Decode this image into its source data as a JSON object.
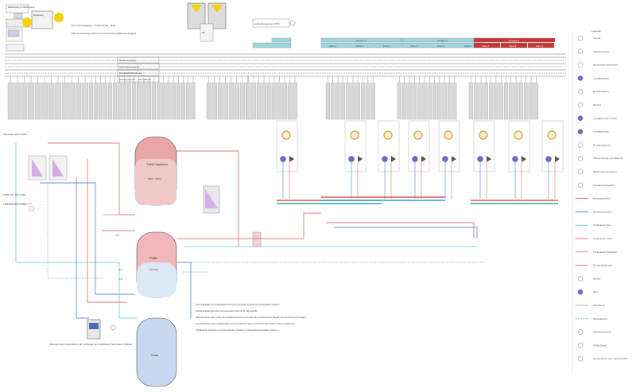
{
  "header": {
    "room_unit_label": "Bedienung im Wohnraum",
    "control_box_label": "Regelung",
    "outdoor_sensor_label": "Außentemperatur (ATF)",
    "solar_text": "SK",
    "fault_output_label": "Störmeldeausgang",
    "supply_24v_label": "24 VDC/PWM Signal",
    "supply_230v_label": "Versorgung AC ~ 230 V/50 Hz",
    "relay_label": "Relais Ausgang"
  },
  "notes": {
    "top_left": "FH: freie Ausgänge / Sondermodul · aktiv",
    "top_left_2": "EW: Anforderung externe Ferneinspeisung (Wärmeerzeuger)"
  },
  "tanks": {
    "dhw": {
      "title": "TWW-Speicher",
      "sub": "WFC · WFS"
    },
    "buffer": {
      "title": "Puffer",
      "sub": "Heizung"
    },
    "lower": {
      "title": "Solar",
      "sub": ""
    }
  },
  "labels": {
    "tww_pwm": "TWW Neu TFC PWM",
    "tw2": "TW2 Neu WFC PWM",
    "lead_hint": "Zirkulation WFC PWM",
    "boiler_note": "Wärmepumpe muss aktiv in die Schleppe bei zusätzlicher Temperatur Schleife",
    "fc_top": "FC",
    "fc_mid": "FC",
    "fc_low": "FC"
  },
  "zone_groups": [
    {
      "id": "g1",
      "title": "Gruppe 1",
      "color": "#9fd7df",
      "zones": [
        "Zone 1",
        "Zone 2",
        "Zone 3"
      ]
    },
    {
      "id": "g2",
      "title": "Gruppe 2",
      "color": "#9fd7df",
      "zones": [
        "Zone 4",
        "Zone 5",
        "Zone 6"
      ]
    },
    {
      "id": "g3",
      "title": "Gruppe 3",
      "color": "#c83737",
      "zones": [
        "Zone 7",
        "Zone 8",
        "Zone 9"
      ]
    }
  ],
  "legend": {
    "title": "Legende",
    "items": [
      "Sensor",
      "Absperrarmatur",
      "gesteuertes Mischventil",
      "Umwälzpumpe",
      "Rücklaufsperre",
      "Mischer",
      "Umwälzpumpe mit EC",
      "Umwälzpumpe",
      "Rückflusssperre",
      "Schmutzfänger mit Magnetit",
      "Plattenwärmetauscher",
      "Ausdehnungsgefäß",
      "Heizungsvorlauf",
      "Heizungsrücklauf",
      "Trinkwasser kalt",
      "Trinkwasser warm",
      "Trinkwasser Zirkulation",
      "Frostschutzgruppe",
      "Sensor",
      "Aktor",
      "Abdeckung",
      "Steuerleitung",
      "Fühlertauchhülse",
      "PWM-Signal",
      "Verschaltung nach Temperaturen"
    ]
  },
  "notes_text": {
    "line1": "Die Hydraulik ist ein Beispiel und muss bauseits geprüft und ausgeführt werden.",
    "line2": "Sicherheitstechnische Komponenten sind nicht dargestellt.",
    "line3": "Alle Abmessungen und Leitungsquerschnitte sind nach den anerkannten Regeln der Technik auszulegen.",
    "line4": "Die Darstellung der Anlagenteile ist symbolisch; Lage und Anzahl der Fühler sind zu beachten.",
    "line5": "Zusätzliche Speicher und Verbraucher können entsprechend erweitert werden."
  },
  "colors": {
    "hot": "#d9534f",
    "return": "#3b6fd8",
    "cold": "#5bc0de",
    "signal": "#88c088",
    "pink": "#e07aa8",
    "dark": "#333333",
    "teal": "#2aa6b8"
  }
}
